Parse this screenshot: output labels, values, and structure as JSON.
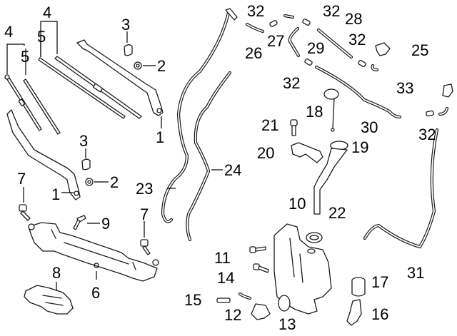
{
  "diagram": {
    "title": "Windshield wiper and washer components",
    "callouts": [
      {
        "id": "c1a",
        "number": "1",
        "part": "wiper-arm"
      },
      {
        "id": "c1b",
        "number": "1",
        "part": "wiper-arm"
      },
      {
        "id": "c2a",
        "number": "2",
        "part": "arm-nut"
      },
      {
        "id": "c2b",
        "number": "2",
        "part": "arm-nut"
      },
      {
        "id": "c3a",
        "number": "3",
        "part": "nut-cap"
      },
      {
        "id": "c3b",
        "number": "3",
        "part": "nut-cap"
      },
      {
        "id": "c4a",
        "number": "4",
        "part": "wiper-blade"
      },
      {
        "id": "c4b",
        "number": "4",
        "part": "wiper-blade"
      },
      {
        "id": "c5a",
        "number": "5",
        "part": "blade-insert"
      },
      {
        "id": "c5b",
        "number": "5",
        "part": "blade-insert"
      },
      {
        "id": "c6",
        "number": "6",
        "part": "linkage"
      },
      {
        "id": "c7a",
        "number": "7",
        "part": "linkage-bolt"
      },
      {
        "id": "c7b",
        "number": "7",
        "part": "linkage-bolt"
      },
      {
        "id": "c8",
        "number": "8",
        "part": "wiper-motor"
      },
      {
        "id": "c9",
        "number": "9",
        "part": "motor-bolt"
      },
      {
        "id": "c10",
        "number": "10",
        "part": "washer-reservoir"
      },
      {
        "id": "c11",
        "number": "11",
        "part": "reservoir-bolts"
      },
      {
        "id": "c12",
        "number": "12",
        "part": "washer-pump"
      },
      {
        "id": "c13",
        "number": "13",
        "part": "pump-grommet"
      },
      {
        "id": "c14",
        "number": "14",
        "part": "pump-hose"
      },
      {
        "id": "c15",
        "number": "15",
        "part": "connector"
      },
      {
        "id": "c16",
        "number": "16",
        "part": "level-sensor"
      },
      {
        "id": "c17",
        "number": "17",
        "part": "sensor-grommet"
      },
      {
        "id": "c18",
        "number": "18",
        "part": "filler-cap"
      },
      {
        "id": "c19",
        "number": "19",
        "part": "filler-neck"
      },
      {
        "id": "c20",
        "number": "20",
        "part": "neck-bracket"
      },
      {
        "id": "c21",
        "number": "21",
        "part": "bracket-bolt"
      },
      {
        "id": "c22",
        "number": "22",
        "part": "neck-seal"
      },
      {
        "id": "c23",
        "number": "23",
        "part": "washer-hose"
      },
      {
        "id": "c24",
        "number": "24",
        "part": "washer-hose"
      },
      {
        "id": "c25",
        "number": "25",
        "part": "washer-nozzle"
      },
      {
        "id": "c26",
        "number": "26",
        "part": "hose"
      },
      {
        "id": "c27",
        "number": "27",
        "part": "elbow"
      },
      {
        "id": "c28",
        "number": "28",
        "part": "hose"
      },
      {
        "id": "c29",
        "number": "29",
        "part": "hose"
      },
      {
        "id": "c30",
        "number": "30",
        "part": "washer-hose"
      },
      {
        "id": "c31",
        "number": "31",
        "part": "washer-hose"
      },
      {
        "id": "c32a",
        "number": "32",
        "part": "check-valve"
      },
      {
        "id": "c32b",
        "number": "32",
        "part": "check-valve"
      },
      {
        "id": "c32c",
        "number": "32",
        "part": "check-valve"
      },
      {
        "id": "c32d",
        "number": "32",
        "part": "check-valve"
      },
      {
        "id": "c32e",
        "number": "32",
        "part": "check-valve"
      },
      {
        "id": "c33",
        "number": "33",
        "part": "elbow"
      }
    ]
  }
}
